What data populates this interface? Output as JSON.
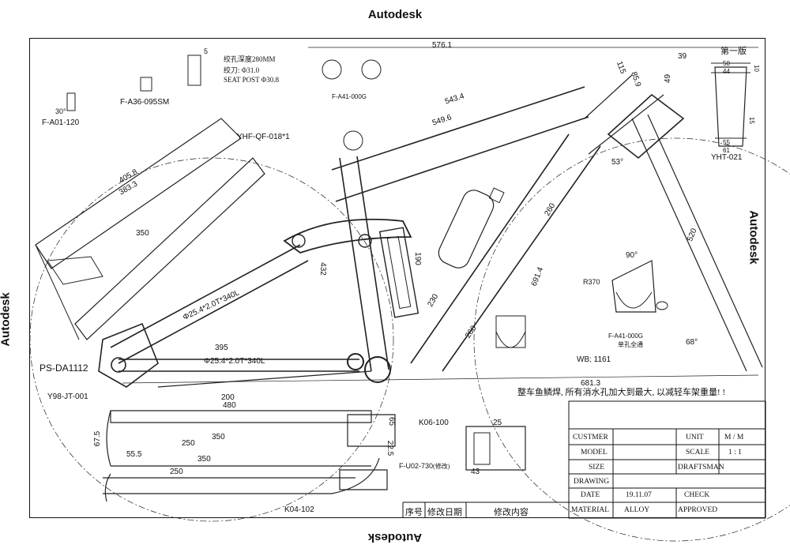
{
  "watermark": "Autodesk",
  "edition": "第一版",
  "labels": {
    "fa01": "F-A01-120",
    "fa36": "F-A36-095SM",
    "ream_depth": "绞孔深度280MM",
    "ream_tool": "绞刀: Φ31.0",
    "seat_post": "SEAT POST Φ30.8",
    "fa41_top": "F-A41-000G",
    "yhf": "YHF-QF-018*1",
    "yht": "YHT-021",
    "fa41_right": "F-A41-000G",
    "fa41_right_sub": "单孔全通",
    "psda": "PS-DA1112",
    "y98": "Y98-JT-001",
    "k06": "K06-100",
    "fu02": "F-U02-730",
    "fu02_note": "(修改)",
    "k04": "K04-102",
    "wb": "WB: 1161",
    "tube1": "Φ25.4*2.0T*340L",
    "tube2": "Φ25.4*2.0T*340L",
    "r370": "R370",
    "note": "整车鱼鳞焊, 所有消水孔加大到最大, 以减轻车架重量! !"
  },
  "dims": {
    "d576": "576.1",
    "d543": "543.4",
    "d549": "549.6",
    "d520": "520",
    "d691": "691.4",
    "d260a": "260",
    "d260b": "260",
    "d230": "230",
    "d190": "190",
    "d350a": "350",
    "d405": "405.8",
    "d383": "383.3",
    "d395": "395",
    "d200": "200",
    "d480": "480",
    "d681": "681.3",
    "d250a": "250",
    "d250b": "250",
    "d350b": "350",
    "d350c": "350",
    "d432": "432",
    "d115": "115",
    "d85": "85.9",
    "d39": "39",
    "d49": "49",
    "d53": "53°",
    "d68": "68°",
    "d90": "90°",
    "d25": "25",
    "d43": "43",
    "d65": "65",
    "d225": "22.5",
    "d67": "67.5",
    "d55": "55.5",
    "d44": "44",
    "d50": "50",
    "d10": "10",
    "d15": "15",
    "d61": "61",
    "d55b": "55",
    "d5": "5",
    "d30": "30°"
  },
  "titleblock": {
    "customer_label": "CUSTMER",
    "unit_label": "UNIT",
    "unit_value": "M / M",
    "model_label": "MODEL",
    "scale_label": "SCALE",
    "scale_value": "1 : 1",
    "size_label": "SIZE",
    "draftsman_label": "DRAFTSMAN",
    "drawing_label": "DRAWING",
    "date_label": "DATE",
    "date_value": "19.11.07",
    "check_label": "CHECK",
    "material_label": "MATERIAL",
    "material_value": "ALLOY",
    "approved_label": "APPROVED",
    "rev_no": "序号",
    "rev_date": "修改日期",
    "rev_content": "修改内容"
  }
}
